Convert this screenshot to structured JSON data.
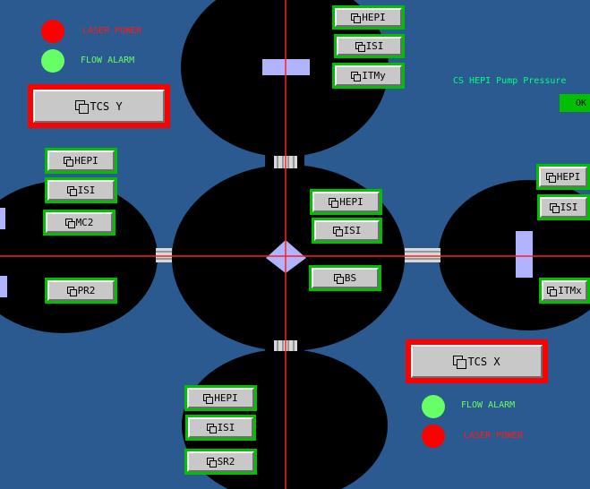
{
  "colors": {
    "background": "#2a5a8f",
    "chamber": "#000000",
    "crosshair": "#ff2020",
    "optic": "#b0b4ff",
    "button_border": "#00c000",
    "tcs_border": "#ff0000",
    "led_red": "#ff0000",
    "led_green": "#66ff66"
  },
  "indicators": {
    "top_left": {
      "laser_power": "LASER POWER",
      "flow_alarm": "FLOW ALARM"
    },
    "bottom_right": {
      "flow_alarm": "FLOW ALARM",
      "laser_power": "LASER POWER"
    }
  },
  "pump_pressure": {
    "title": "CS HEPI Pump Pressure",
    "status": "OK"
  },
  "tcs": {
    "y": "TCS Y",
    "x": "TCS X"
  },
  "chambers": {
    "itmy": {
      "hepi": "HEPI",
      "isi": "ISI",
      "itm": "ITMy"
    },
    "left": {
      "hepi": "HEPI",
      "isi": "ISI",
      "mc2": "MC2",
      "pr2": "PR2"
    },
    "bs": {
      "hepi": "HEPI",
      "isi": "ISI",
      "bs": "BS"
    },
    "itmx": {
      "hepi": "HEPI",
      "isi": "ISI",
      "itm": "ITMx"
    },
    "sr2": {
      "hepi": "HEPI",
      "isi": "ISI",
      "sr2": "SR2"
    }
  }
}
